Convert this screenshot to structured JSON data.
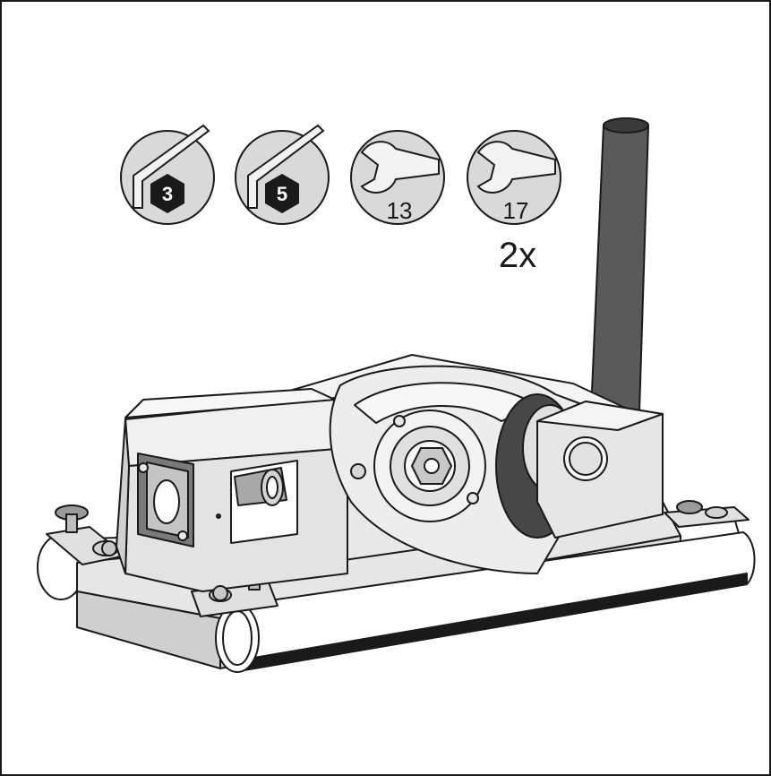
{
  "tools": [
    {
      "kind": "hex-key",
      "size": "3"
    },
    {
      "kind": "hex-key",
      "size": "5"
    },
    {
      "kind": "open-end-wrench",
      "size": "13"
    },
    {
      "kind": "open-end-wrench",
      "size": "17"
    }
  ],
  "wrench_17_quantity": "2x",
  "colors": {
    "outline": "#1a1a1a",
    "tool_circle": "#d9d9d9",
    "body_light": "#ececec",
    "body_mid": "#d4d4d4",
    "body_dark": "#b5b5b5",
    "handle": "#5a5a5a",
    "roller": "#474747"
  }
}
